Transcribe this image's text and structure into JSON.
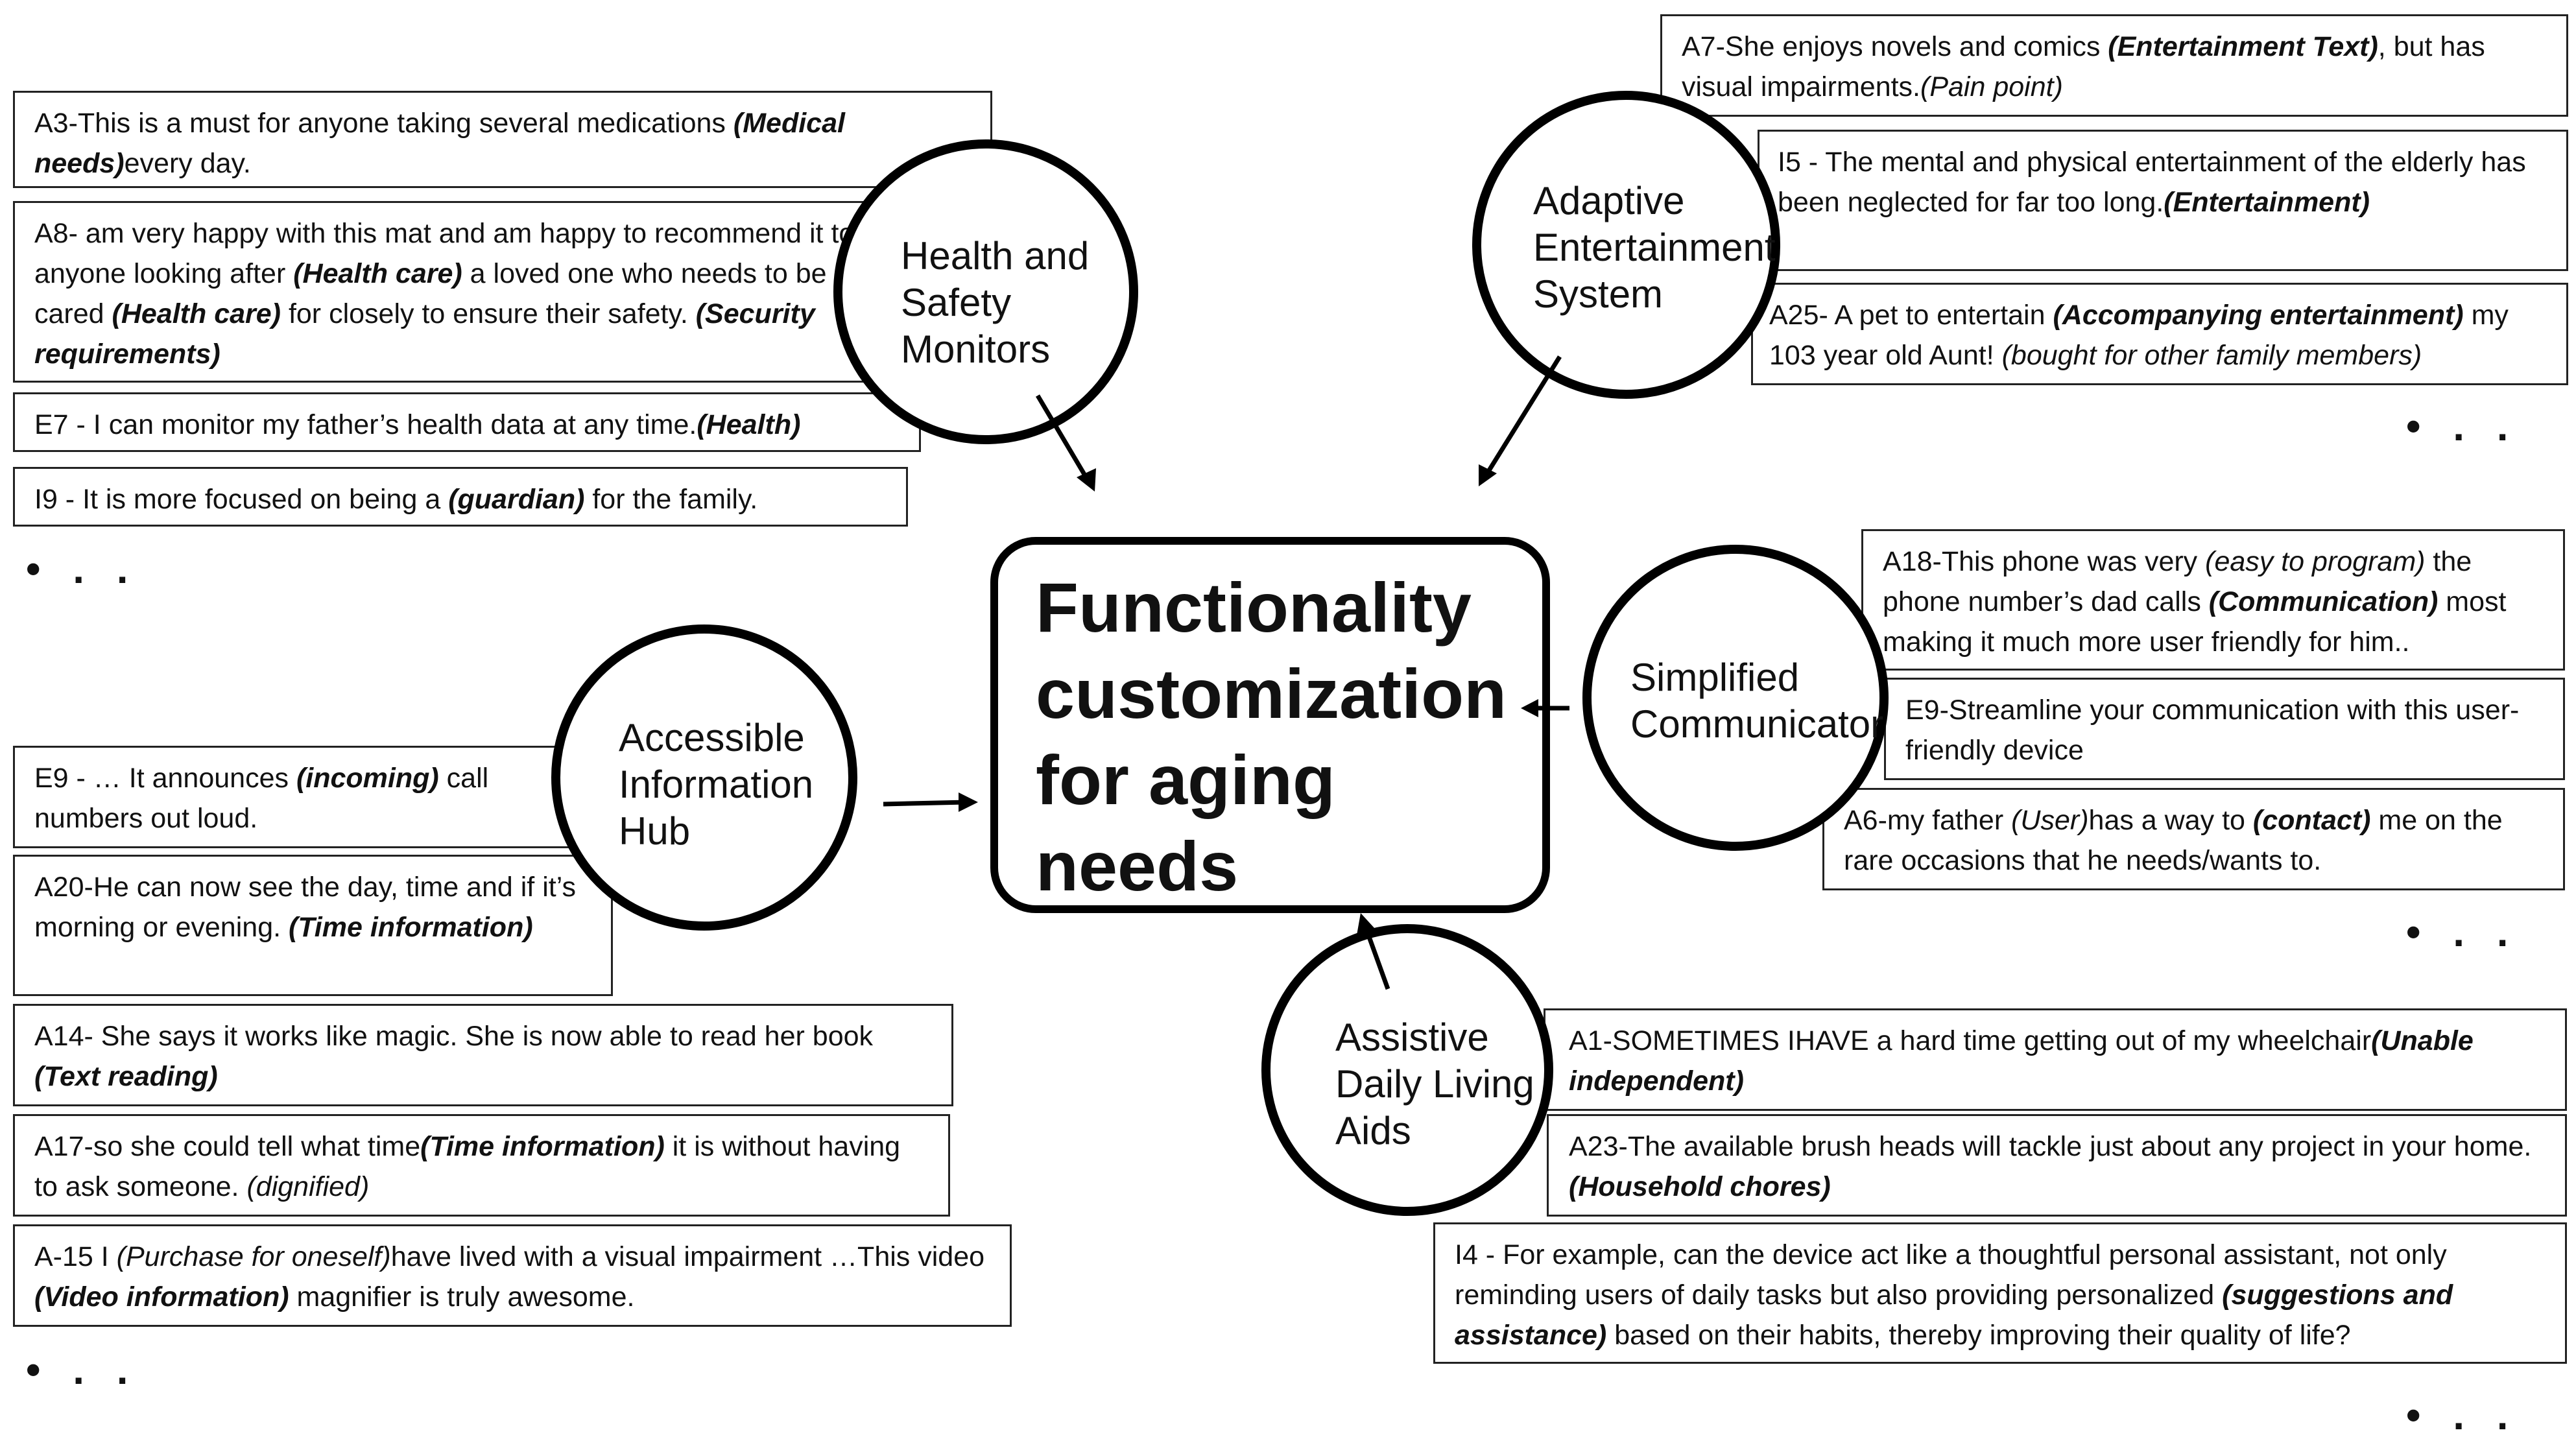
{
  "center": {
    "title": "Functionality\ncustomization\nfor aging\nneeds"
  },
  "nodes": {
    "health": "Health and\nSafety\nMonitors",
    "entertainment": "Adaptive\nEntertainment\nSystem",
    "info": "Accessible\nInformation\nHub",
    "communicator": "Simplified\nCommunicator",
    "daily": "Assistive\nDaily Living\nAids"
  },
  "quotes": {
    "a3": [
      {
        "t": "A3-This is a must for anyone taking several medications "
      },
      {
        "t": "(Medical needs)",
        "s": "bi"
      },
      {
        "t": "every day."
      }
    ],
    "a8": [
      {
        "t": " A8-  am very happy with this mat and am happy to recommend it to anyone looking after "
      },
      {
        "t": "(Health care)",
        "s": "bi"
      },
      {
        "t": " a loved one who needs to be cared "
      },
      {
        "t": "(Health care)",
        "s": "bi"
      },
      {
        "t": " for closely to ensure their safety. "
      },
      {
        "t": "(Security requirements)",
        "s": "bi"
      }
    ],
    "e7": [
      {
        "t": "E7 - I can monitor my father’s health data at any time."
      },
      {
        "t": "(Health)",
        "s": "bi"
      }
    ],
    "i9": [
      {
        "t": "I9 - It is more focused on being a "
      },
      {
        "t": "(guardian)",
        "s": "bi"
      },
      {
        "t": " for the family."
      }
    ],
    "a7": [
      {
        "t": "A7-She enjoys novels and comics "
      },
      {
        "t": "(Entertainment Text)",
        "s": "bi"
      },
      {
        "t": ", but has visual impairments."
      },
      {
        "t": "(Pain point)",
        "s": "i"
      }
    ],
    "i5": [
      {
        "t": "I5 - The mental and physical entertainment of the elderly has been neglected for far too long."
      },
      {
        "t": "(Entertainment)",
        "s": "bi"
      }
    ],
    "a25": [
      {
        "t": "A25- A pet to entertain "
      },
      {
        "t": "(Accompanying entertainment)",
        "s": "bi"
      },
      {
        "t": " my 103 year old Aunt! "
      },
      {
        "t": "(bought for other family members)",
        "s": "i"
      }
    ],
    "a18": [
      {
        "t": "A18-This phone was very "
      },
      {
        "t": "(easy to program)",
        "s": "i"
      },
      {
        "t": " the phone number’s dad calls "
      },
      {
        "t": "(Communication)",
        "s": "bi"
      },
      {
        "t": " most making it much more user friendly for him.."
      }
    ],
    "e9b": [
      {
        "t": "E9-Streamline your communication with this user-friendly device"
      }
    ],
    "a6": [
      {
        "t": "A6-my father "
      },
      {
        "t": "(User)",
        "s": "i"
      },
      {
        "t": "has a way to "
      },
      {
        "t": "(contact)",
        "s": "bi"
      },
      {
        "t": " me on the rare occasions that he needs/wants to."
      }
    ],
    "e9": [
      {
        "t": "E9 - … It announces "
      },
      {
        "t": "(incoming)",
        "s": "bi"
      },
      {
        "t": " call numbers out loud."
      }
    ],
    "a20": [
      {
        "t": "A20-He can now see the day, time and if it’s morning or evening. "
      },
      {
        "t": "(Time information)",
        "s": "bi"
      }
    ],
    "a14": [
      {
        "t": "A14- She says it works like magic. She is now able to read her book "
      },
      {
        "t": "(Text reading)",
        "s": "bi"
      }
    ],
    "a17": [
      {
        "t": "A17-so she could tell what time"
      },
      {
        "t": "(Time information)",
        "s": "bi"
      },
      {
        "t": "  it is without having to ask someone.  "
      },
      {
        "t": "(dignified)",
        "s": "i"
      }
    ],
    "a15": [
      {
        "t": "A-15 I "
      },
      {
        "t": "(Purchase for oneself)",
        "s": "i"
      },
      {
        "t": "have lived with a visual impairment …This video "
      },
      {
        "t": "(Video information)",
        "s": "bi"
      },
      {
        "t": " magnifier is truly awesome."
      }
    ],
    "a1": [
      {
        "t": "A1-SOMETIMES IHAVE a hard time getting out of my wheelchair"
      },
      {
        "t": "(Unable independent)",
        "s": "bi"
      }
    ],
    "a23": [
      {
        "t": "A23-The available brush heads will tackle just about any project in your home. "
      },
      {
        "t": "(Household chores)",
        "s": "bi"
      }
    ],
    "i4": [
      {
        "t": "I4 - For example, can the device act like a thoughtful personal assistant, not only reminding users of daily tasks but also providing personalized "
      },
      {
        "t": "(suggestions and assistance)",
        "s": "bi"
      },
      {
        "t": " based on their habits, thereby improving their quality of life?"
      }
    ]
  },
  "ellipsis": "• . ."
}
